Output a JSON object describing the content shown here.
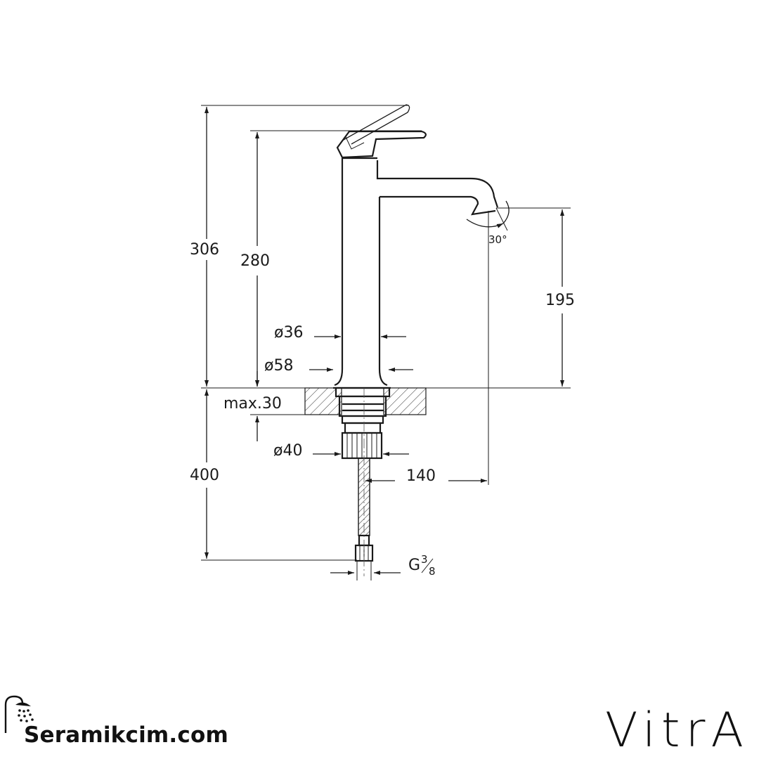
{
  "dimensions": {
    "total_height": "306",
    "handle_height": "280",
    "spout_height": "195",
    "body_diameter": "ø36",
    "base_diameter": "ø58",
    "max_deck": "max.30",
    "nut_diameter": "ø40",
    "spout_reach": "140",
    "hose_length": "400",
    "thread_prefix": "G",
    "thread_num": "3",
    "thread_den": "8",
    "angle": "30°"
  },
  "branding": {
    "site": "Seramikcim.com",
    "maker": "VitrA"
  },
  "icons": [
    "shower-head-icon"
  ]
}
